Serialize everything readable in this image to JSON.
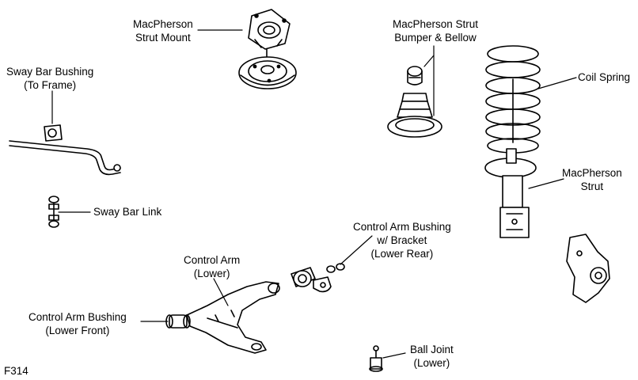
{
  "labels": {
    "strut_mount": [
      "MacPherson",
      "Strut Mount"
    ],
    "bumper_bellow": [
      "MacPherson Strut",
      "Bumper & Bellow"
    ],
    "coil_spring": [
      "Coil Spring"
    ],
    "strut": [
      "MacPherson",
      "Strut"
    ],
    "sway_bushing": [
      "Sway Bar Bushing",
      "(To Frame)"
    ],
    "sway_link": [
      "Sway Bar Link"
    ],
    "ca_bushing_rear": [
      "Control Arm Bushing",
      "w/ Bracket",
      "(Lower Rear)"
    ],
    "control_arm": [
      "Control Arm",
      "(Lower)"
    ],
    "ca_bushing_front": [
      "Control Arm Bushing",
      "(Lower Front)"
    ],
    "ball_joint": [
      "Ball Joint",
      "(Lower)"
    ],
    "figure_id": [
      "F314"
    ]
  }
}
